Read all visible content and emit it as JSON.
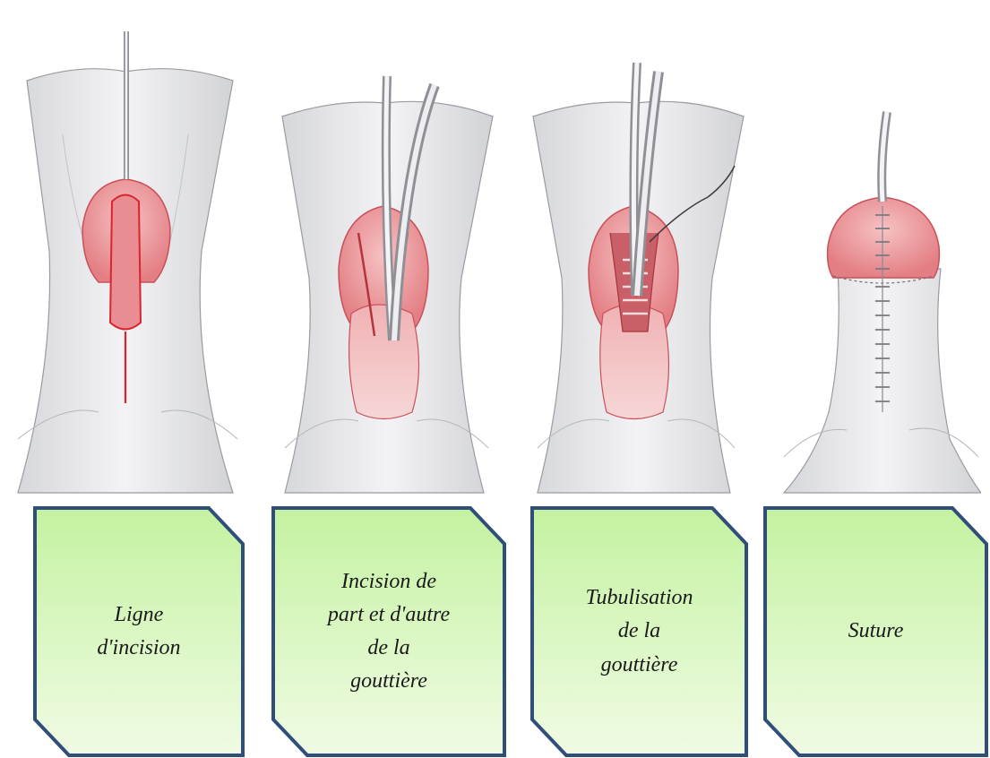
{
  "steps": [
    {
      "label": "Ligne\nd'incision",
      "icon": "incision-line-illustration"
    },
    {
      "label": "Incision de\npart et d'autre\nde la\ngouttière",
      "icon": "lateral-incision-illustration"
    },
    {
      "label": "Tubulisation\nde la\ngouttière",
      "icon": "tubularization-illustration"
    },
    {
      "label": "Suture",
      "icon": "suture-illustration"
    }
  ],
  "colors": {
    "box_fill_top": "#c7f3a4",
    "box_fill_bottom": "#eefbe0",
    "box_border": "#2f4f7a",
    "tissue_pink": "#eea1a3",
    "tissue_dark": "#c9505a",
    "incision_red": "#d9252e",
    "skin_gray": "#e9e9eb"
  }
}
